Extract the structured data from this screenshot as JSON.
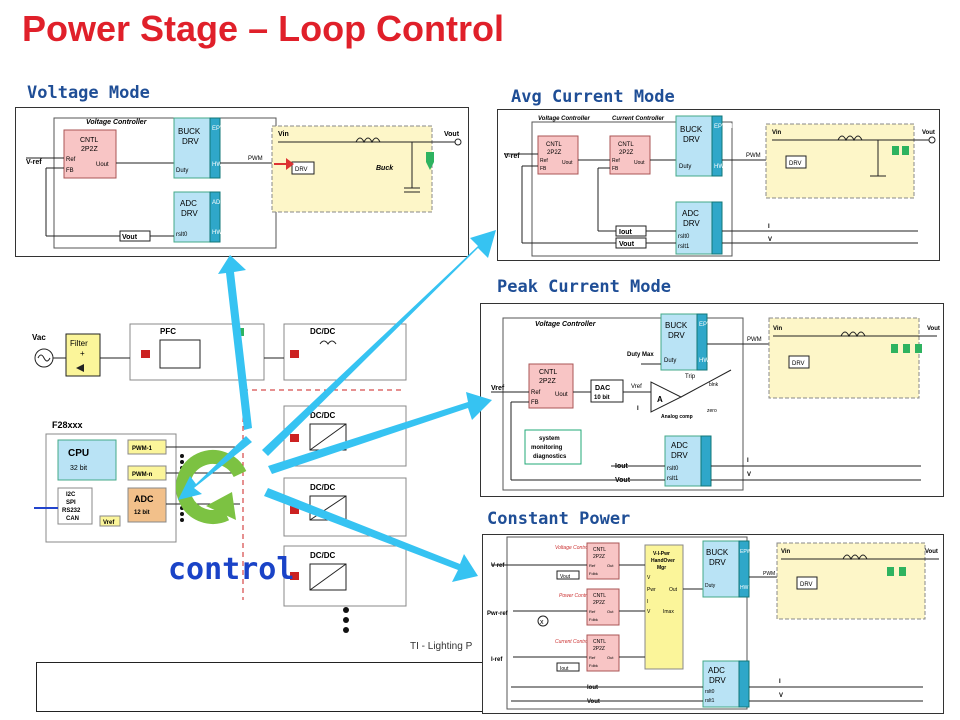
{
  "title": "Power Stage – Loop Control",
  "sections": {
    "voltage_mode": "Voltage Mode",
    "avg_current_mode": "Avg Current Mode",
    "peak_current_mode": "Peak Current Mode",
    "constant_power": "Constant Power"
  },
  "control_label": "control",
  "footer_text": "TI - Lighting P",
  "colors": {
    "title": "#e0202a",
    "section": "#1f4e96",
    "arrow": "#36c3f2",
    "control": "#1a43c7",
    "loop_green": "#7cc242"
  },
  "vm": {
    "voltage_controller": "Voltage Controller",
    "cntl": "CNTL",
    "cntl2": "2P2Z",
    "ref": "Ref",
    "fb": "FB",
    "uout": "Uout",
    "vref": "V-ref",
    "buck_drv": "BUCK",
    "buck_drv2": "DRV",
    "duty": "Duty",
    "epwm": "EPWM",
    "hw": "HW",
    "adc_drv": "ADC",
    "adc_drv2": "DRV",
    "adc": "ADC",
    "rslt0": "rslt0",
    "vout_label": "Vout",
    "pwm": "PWM",
    "vin": "Vin",
    "vout": "Vout",
    "drv": "DRV",
    "buck": "Buck"
  },
  "acm": {
    "voltage_controller": "Voltage Controller",
    "current_controller": "Current Controller",
    "cntl": "CNTL",
    "cntl2": "2P2Z",
    "ref": "Ref",
    "fb": "FB",
    "uout": "Uout",
    "vref": "V-ref",
    "buck_drv": "BUCK",
    "buck_drv2": "DRV",
    "duty": "Duty",
    "epwm": "EPWM",
    "hw": "HW",
    "adc_drv": "ADC",
    "adc_drv2": "DRV",
    "rslt0": "rslt0",
    "rslt1": "rslt1",
    "iout": "Iout",
    "vout": "Vout",
    "pwm": "PWM",
    "vin": "Vin",
    "drv": "DRV",
    "i": "I",
    "v": "V"
  },
  "pcm": {
    "voltage_controller": "Voltage Controller",
    "cntl": "CNTL",
    "cntl2": "2P2Z",
    "ref": "Ref",
    "fb": "FB",
    "uout": "Uout",
    "vref": "Vref",
    "dac": "DAC",
    "dac2": "10 bit",
    "vref2": "Vref",
    "analog_comp": "Analog comp",
    "a": "A",
    "trip": "Trip",
    "blnk": "blnk",
    "zero": "zero",
    "buck_drv": "BUCK",
    "buck_drv2": "DRV",
    "duty": "Duty",
    "duty_max": "Duty Max",
    "epwm": "EPWM",
    "hw": "HW",
    "sysmon1": "system",
    "sysmon2": "monitoring",
    "sysmon3": "diagnostics",
    "adc_drv": "ADC",
    "adc_drv2": "DRV",
    "rslt0": "rslt0",
    "rslt1": "rslt1",
    "iout": "Iout",
    "vout": "Vout",
    "pwm": "PWM",
    "vin": "Vin",
    "drv": "DRV",
    "i": "I",
    "v": "V"
  },
  "cp": {
    "voltage_controller": "Voltage Controller",
    "power_controller": "Power Controller",
    "current_controller": "Current Controller",
    "cntl": "CNTL",
    "cntl2": "2P2Z",
    "ref": "Ref",
    "fdbk": "Fdbk",
    "out": "Out",
    "vref": "V-ref",
    "pwrref": "Pwr-ref",
    "iref": "I-ref",
    "handover1": "V-I-Pwr",
    "handover2": "HandOver",
    "handover3": "Mgr",
    "v": "V",
    "pwr": "Pwr",
    "i": "I",
    "vmin": "V",
    "imax": "Imax",
    "buck_drv": "BUCK",
    "buck_drv2": "DRV",
    "duty": "Duty",
    "epwm": "EPWM",
    "hw": "HW",
    "adc_drv": "ADC",
    "adc_drv2": "DRV",
    "rslt0": "rslt0",
    "rslt1": "rslt1",
    "iout": "Iout",
    "vout_in": "Vout",
    "vout": "Vout",
    "pwm": "PWM",
    "vin": "Vin",
    "drv": "DRV",
    "iL": "I",
    "vL": "V"
  },
  "sys": {
    "vac": "Vac",
    "filter": "Filter",
    "filter_plus": "+",
    "pfc": "PFC",
    "dcdc": "DC/DC",
    "f28xxx": "F28xxx",
    "cpu": "CPU",
    "cpu_bits": "32 bit",
    "pwm1": "PWM-1",
    "pwmn": "PWM-n",
    "adc": "ADC",
    "adc_bits": "12 bit",
    "periph": [
      "I2C",
      "SPI",
      "RS232",
      "CAN"
    ],
    "vref": "Vref"
  }
}
